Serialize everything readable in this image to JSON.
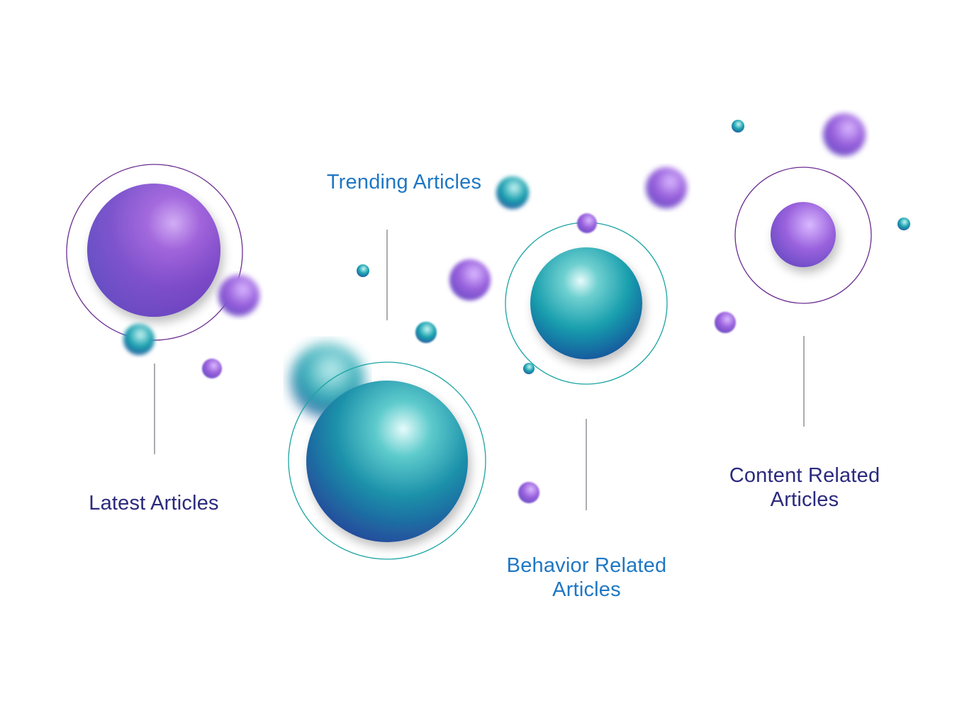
{
  "colors": {
    "purple_accent": "#6a2c91",
    "teal_accent": "#1aa3a3",
    "label_navy": "#2b2a7d",
    "label_blue": "#1f77c4"
  },
  "categories": [
    {
      "id": "latest",
      "lines": [
        "Latest Articles"
      ],
      "label_color": "#2b2a7d",
      "sphere_theme": "purple"
    },
    {
      "id": "trending",
      "lines": [
        "Trending Articles"
      ],
      "label_color": "#1f77c4",
      "sphere_theme": "teal"
    },
    {
      "id": "behavior",
      "lines": [
        "Behavior Related",
        "Articles"
      ],
      "label_color": "#1f77c4",
      "sphere_theme": "teal"
    },
    {
      "id": "content",
      "lines": [
        "Content Related",
        "Articles"
      ],
      "label_color": "#2b2a7d",
      "sphere_theme": "purple"
    }
  ]
}
